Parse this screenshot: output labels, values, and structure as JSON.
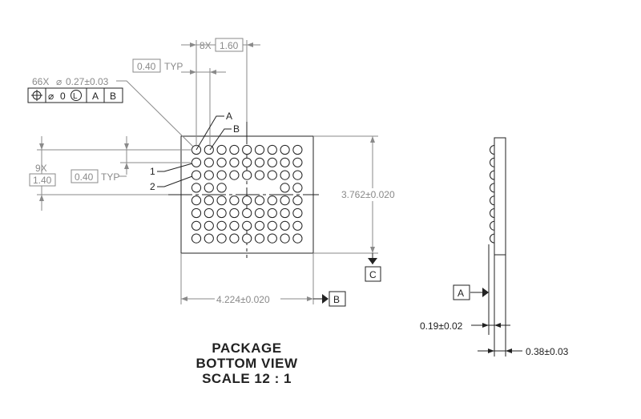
{
  "pitch_label": "8X",
  "pitch_value": "1.60",
  "typ_top_value": "0.40",
  "typ_word": "TYP",
  "ball_count": "66X",
  "ball_dia_symbol": "⌀",
  "ball_dia": "0.27±0.03",
  "fcf": {
    "position_symbol": "⌖",
    "dia_symbol": "⌀",
    "tolerance": "0",
    "modifier": "L",
    "datum1": "A",
    "datum2": "B"
  },
  "pin_a_label": "A",
  "pin_b_label": "B",
  "row_1_label": "1",
  "row_2_label": "2",
  "row_pitch_count": "9X",
  "row_pitch_value": "1.40",
  "typ_left_value": "0.40",
  "height_dim": "3.762±0.020",
  "width_dim": "4.224±0.020",
  "datum_b": "B",
  "datum_c": "C",
  "datum_a_side": "A",
  "side_thk_1": "0.19±0.02",
  "side_thk_2": "0.38±0.03",
  "title_1": "PACKAGE",
  "title_2": "BOTTOM VIEW",
  "title_3": "SCALE 12 : 1",
  "balls": {
    "columns": 9,
    "rows": 8,
    "missing": [
      [
        3,
        3
      ],
      [
        3,
        4
      ],
      [
        3,
        5
      ],
      [
        3,
        6
      ]
    ]
  },
  "colors": {
    "line": "#8a8a8a",
    "ink": "#222222"
  }
}
